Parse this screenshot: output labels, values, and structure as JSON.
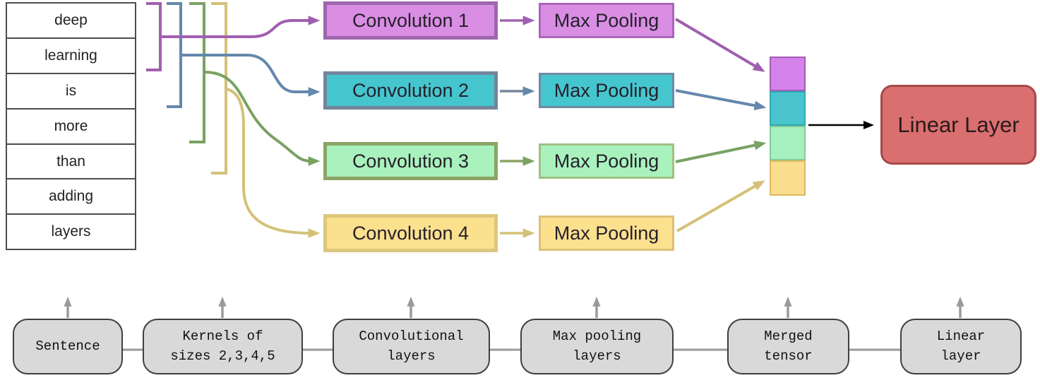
{
  "sentence": {
    "words": [
      "deep",
      "learning",
      "is",
      "more",
      "than",
      "adding",
      "layers"
    ]
  },
  "branches": [
    {
      "kernel_size": 2,
      "conv_label": "Convolution 1",
      "pool_label": "Max Pooling",
      "accent": "#a05fb0",
      "fill": "#d98ee4"
    },
    {
      "kernel_size": 3,
      "conv_label": "Convolution 2",
      "pool_label": "Max Pooling",
      "accent": "#6488ae",
      "fill": "#45c6cf"
    },
    {
      "kernel_size": 4,
      "conv_label": "Convolution 3",
      "pool_label": "Max Pooling",
      "accent": "#79a263",
      "fill": "#a9f2bd"
    },
    {
      "kernel_size": 5,
      "conv_label": "Convolution 4",
      "pool_label": "Max Pooling",
      "accent": "#d4c178",
      "fill": "#fbe08e"
    }
  ],
  "merged_tensor": {
    "cell_colors": [
      "#d583ea",
      "#49c3cc",
      "#a5f0bf",
      "#fbdd8e"
    ]
  },
  "linear_layer": {
    "label": "Linear Layer",
    "fill": "#da6f6f",
    "border": "#a84848"
  },
  "pipeline": {
    "stages": [
      {
        "label": "Sentence"
      },
      {
        "label": "Kernels of\nsizes 2,3,4,5"
      },
      {
        "label": "Convolutional\nlayers"
      },
      {
        "label": "Max pooling\nlayers"
      },
      {
        "label": "Merged\ntensor"
      },
      {
        "label": "Linear\nlayer"
      }
    ]
  }
}
